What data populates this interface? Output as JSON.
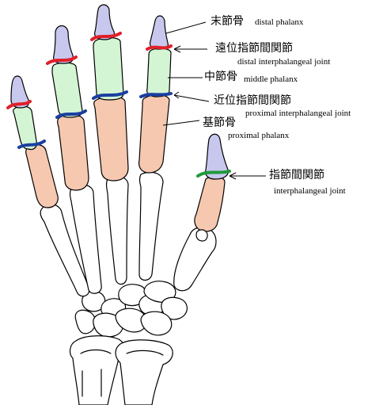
{
  "labels": {
    "distal_phalanx": {
      "jp": "末節骨",
      "en": "distal phalanx"
    },
    "dip_joint": {
      "jp": "遠位指節間関節",
      "en": "distal interphalangeal joint"
    },
    "middle_phalanx": {
      "jp": "中節骨",
      "en": "middle phalanx"
    },
    "pip_joint": {
      "jp": "近位指節間関節",
      "en": "proximal interphalangeal joint"
    },
    "proximal_phalanx": {
      "jp": "基節骨",
      "en": "proximal phalanx"
    },
    "ip_joint": {
      "jp": "指節間関節",
      "en": "interphalangeal joint"
    }
  },
  "colors": {
    "distal_phalanx": "#c8c8ee",
    "middle_phalanx": "#d4f5d4",
    "proximal_phalanx": "#f6c8b0",
    "dip_joint_line": "#e0202a",
    "pip_joint_line": "#1a3fa0",
    "ip_joint_line": "#1f9a3a",
    "outline": "#000000"
  }
}
